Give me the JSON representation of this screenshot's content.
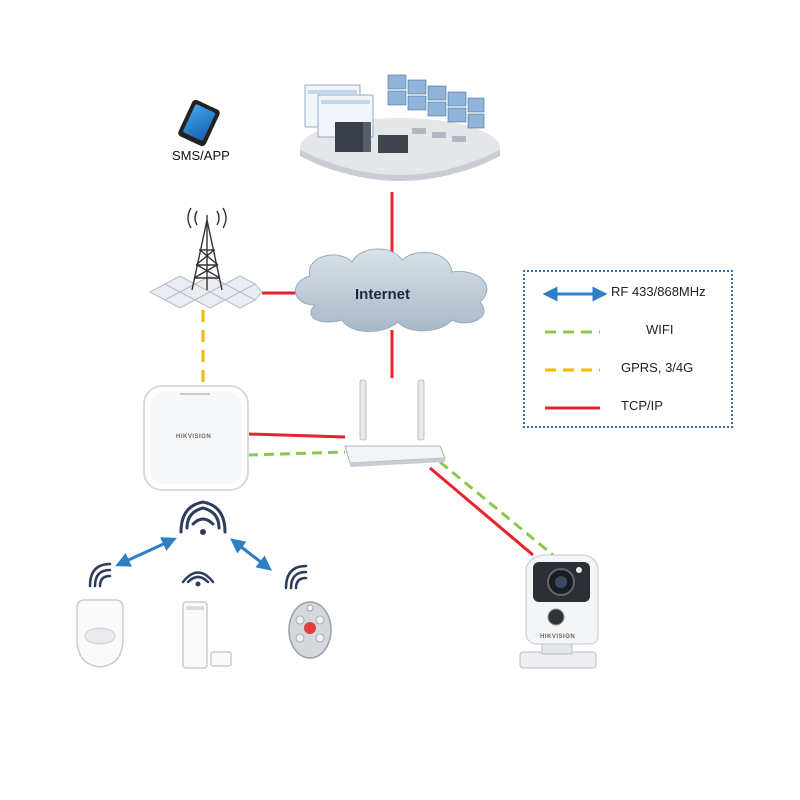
{
  "labels": {
    "sms_app": "SMS/APP",
    "internet": "Internet"
  },
  "legend": {
    "rf": "RF 433/868MHz",
    "wifi": "WIFI",
    "gprs": "GPRS, 3/4G",
    "tcpip": "TCP/IP"
  },
  "brand": "HIKVISION",
  "colors": {
    "tcpip": "#e8222a",
    "wifi": "#8cc84b",
    "gprs": "#f5b800",
    "rf": "#2f7fc4",
    "legend_border": "#2f6fb5",
    "cloud": "#b8c6d4"
  }
}
